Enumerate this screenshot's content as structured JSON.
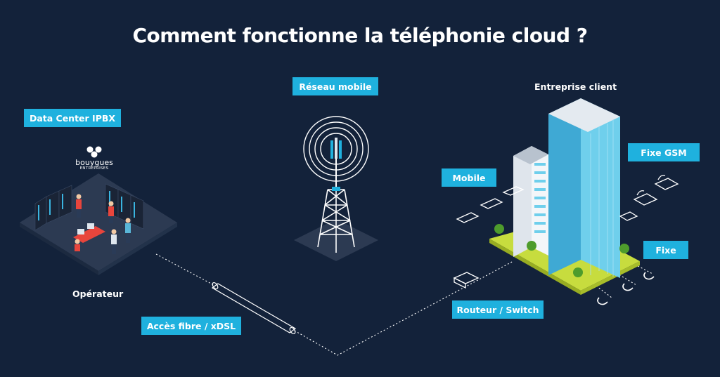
{
  "title": "Comment fonctionne la téléphonie cloud ?",
  "labels": {
    "data_center": "Data Center IPBX",
    "operator": "Opérateur",
    "mobile_network": "Réseau mobile",
    "client_company": "Entreprise client",
    "fiber_access": "Accès fibre / xDSL",
    "router_switch": "Routeur / Switch",
    "mobile": "Mobile",
    "fixe_gsm": "Fixe GSM",
    "fixe": "Fixe"
  },
  "logo": {
    "brand": "bouygues",
    "sub": "ENTREPRISES"
  },
  "colors": {
    "background": "#13223a",
    "accent": "#1fb1de",
    "line": "#ffffff",
    "grass": "#c7dc3e",
    "building_glass": "#6fcfec",
    "building_white": "#eef1f4"
  }
}
